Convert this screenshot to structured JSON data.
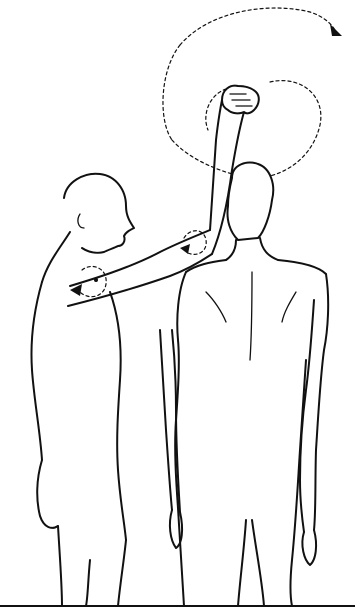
{
  "illustration": {
    "subject": "line-drawing",
    "background_color": "#ffffff",
    "ink_color": "#111111",
    "figures": [
      "examiner-figure",
      "patient-figure"
    ],
    "motion_indicators": [
      "shoulder-circumduction-path",
      "elbow-rotation-arrow",
      "shoulder-rotation-arrow"
    ]
  }
}
